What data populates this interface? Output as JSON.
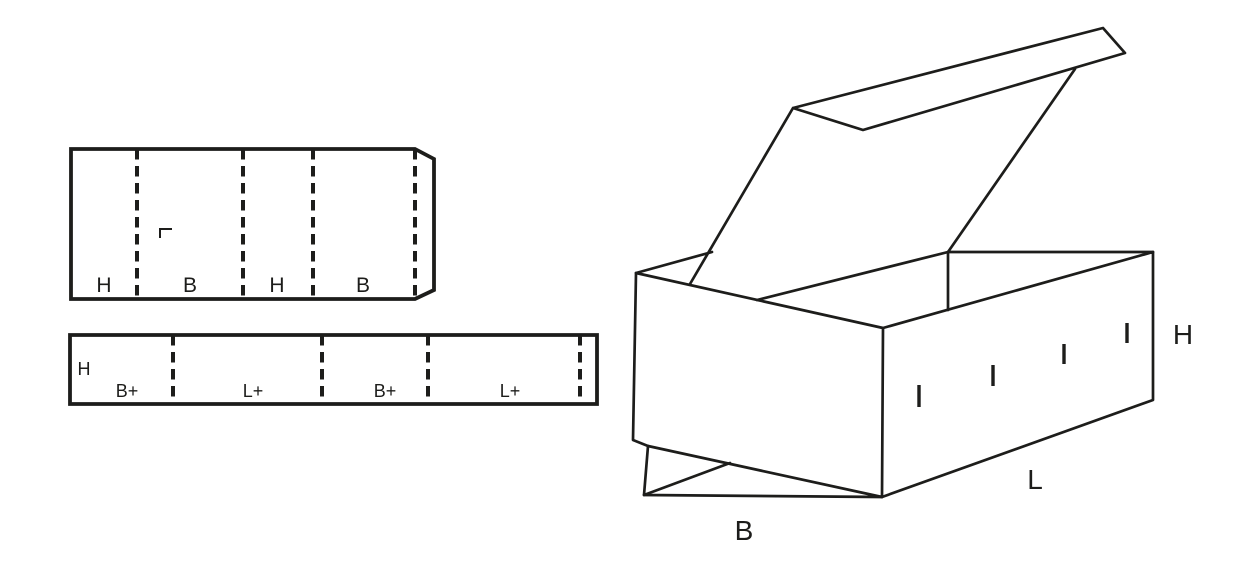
{
  "colors": {
    "line": "#1d1d1b",
    "background": "#ffffff"
  },
  "flat_pattern_lid": {
    "panel_labels": [
      "H",
      "B",
      "H",
      "B"
    ]
  },
  "flat_pattern_body": {
    "height_label": "H",
    "panel_labels": [
      "B+",
      "L+",
      "B+",
      "L+"
    ]
  },
  "assembled_box": {
    "width_label": "B",
    "length_label": "L",
    "height_label": "H"
  }
}
